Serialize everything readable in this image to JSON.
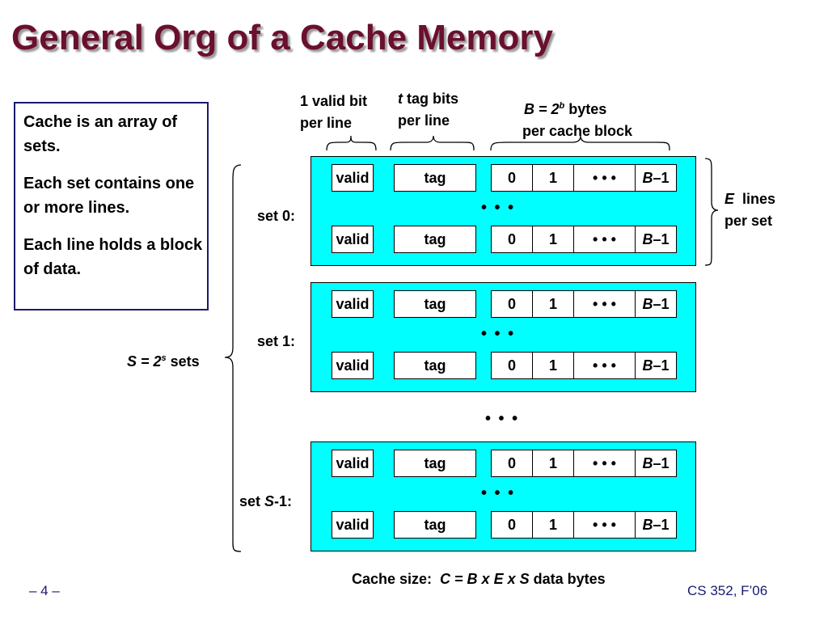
{
  "title": "General Org of a Cache Memory",
  "notes": [
    "Cache is an array of sets.",
    "Each set contains one or more lines.",
    "Each line holds a block of data."
  ],
  "top_labels": {
    "valid_line1": "1 valid bit",
    "valid_line2": "per line",
    "tag_var": "t",
    "tag_line1_rest": " tag bits",
    "tag_line2": "per line",
    "block_var": "B = 2",
    "block_exp": "b",
    "block_line1_rest": " bytes",
    "block_line2": "per cache block"
  },
  "right_labels": {
    "e_var": "E",
    "e_rest": "  lines",
    "line2": "per set"
  },
  "sets_label": {
    "var": "S = 2",
    "exp": "s",
    "rest": " sets"
  },
  "line_cells": {
    "valid": "valid",
    "tag": "tag",
    "b0": "0",
    "b1": "1",
    "ellipsis": "• • •",
    "last_var": "B",
    "last_rest": "–1"
  },
  "set_labels": {
    "set0": "set 0:",
    "set1": "set 1:",
    "setS_pre": "set ",
    "setS_var": "S",
    "setS_post": "-1:"
  },
  "dots": "• • •",
  "formula": {
    "prefix": "Cache size:  ",
    "expr": "C = B x E x S",
    "suffix": " data bytes"
  },
  "footer": {
    "page": "– 4 –",
    "course": "CS 352, F’06"
  },
  "colors": {
    "title": "#6b0f2e",
    "set_fill": "#00ffff",
    "notes_border": "#1a1a6e"
  }
}
